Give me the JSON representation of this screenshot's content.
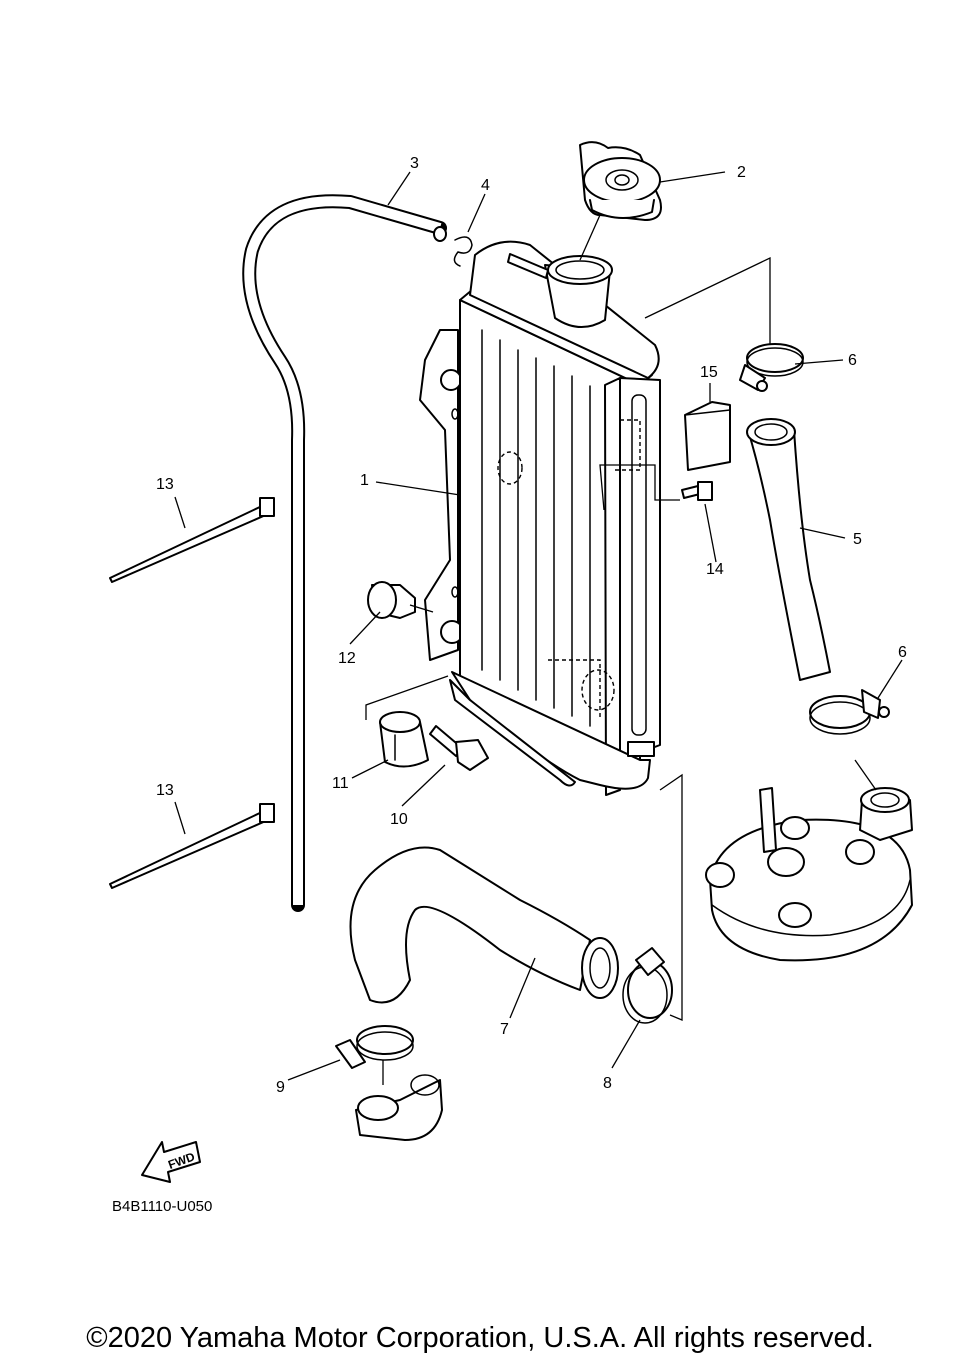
{
  "diagram": {
    "code": "B4B1110-U050",
    "fwd_label": "FWD",
    "callouts": {
      "radiator": "1",
      "radiator_cap": "2",
      "overflow_hose": "3",
      "hose_clip": "4",
      "upper_hose": "5",
      "upper_clamp_top": "6",
      "upper_clamp_bottom": "6",
      "lower_hose": "7",
      "lower_clamp_radiator": "8",
      "lower_clamp_pump": "9",
      "bolt": "10",
      "grommet_lower": "11",
      "grommet_upper": "12",
      "cable_tie_upper": "13",
      "cable_tie_lower": "13",
      "flange_bolt": "14",
      "pad": "15"
    }
  },
  "footer": {
    "copyright": "©2020 Yamaha Motor Corporation, U.S.A. All rights reserved."
  }
}
